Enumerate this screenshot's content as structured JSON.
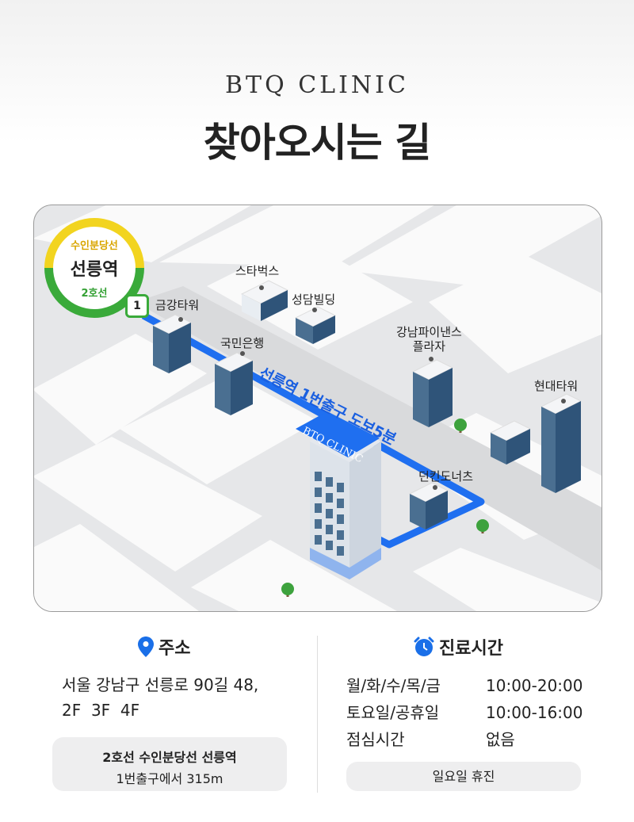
{
  "header": {
    "brand": "BTQ CLINIC",
    "title": "찾아오시는 길"
  },
  "map": {
    "station": {
      "line_top": "수인분당선",
      "name": "선릉역",
      "line_bottom": "2호선",
      "exit_number": "1"
    },
    "route_label": "선릉역 1번출구 도보5분",
    "clinic_sign": "BTQ CLINIC",
    "landmarks": [
      "금강타워",
      "스타벅스",
      "성담빌딩",
      "국민은행",
      "강남파이낸스\n플라자",
      "현대타워",
      "던킨도너츠"
    ],
    "colors": {
      "route": "#1f6ff0",
      "line_suin": "#f2d41f",
      "line_2": "#3aaa3a"
    }
  },
  "address": {
    "heading": "주소",
    "icon": "map-pin-icon",
    "line1": "서울 강남구 선릉로 90길 48,",
    "line2": "2F  3F  4F",
    "transit_line1": "2호선 수인분당선 선릉역",
    "transit_line2": "1번출구에서 315m"
  },
  "hours": {
    "heading": "진료시간",
    "icon": "alarm-clock-icon",
    "rows": [
      {
        "day": "월/화/수/목/금",
        "time": "10:00-20:00"
      },
      {
        "day": "토요일/공휴일",
        "time": "10:00-16:00"
      },
      {
        "day": "점심시간",
        "time": "없음"
      }
    ],
    "closed": "일요일 휴진"
  },
  "accent": "#1a6fe8"
}
